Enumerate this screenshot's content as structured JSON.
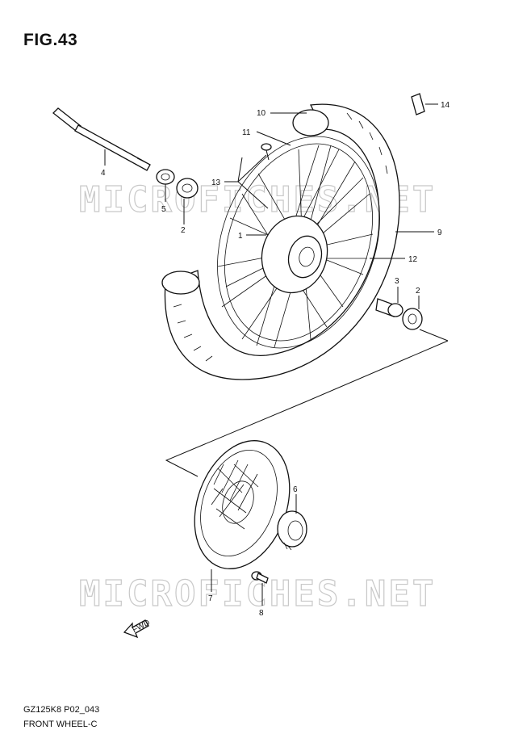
{
  "figure": {
    "title": "FIG.43"
  },
  "footer": {
    "model_code": "GZ125K8 P02_043",
    "section_name": "FRONT WHEEL-C"
  },
  "watermark": {
    "text": "MICROFICHES.NET"
  },
  "direction_arrow": {
    "label": "FWD"
  },
  "callouts": [
    {
      "id": "c1",
      "label": "1"
    },
    {
      "id": "c2a",
      "label": "2"
    },
    {
      "id": "c2b",
      "label": "2"
    },
    {
      "id": "c3",
      "label": "3"
    },
    {
      "id": "c4",
      "label": "4"
    },
    {
      "id": "c5",
      "label": "5"
    },
    {
      "id": "c6",
      "label": "6"
    },
    {
      "id": "c7",
      "label": "7"
    },
    {
      "id": "c8",
      "label": "8"
    },
    {
      "id": "c9",
      "label": "9"
    },
    {
      "id": "c10",
      "label": "10"
    },
    {
      "id": "c11",
      "label": "11"
    },
    {
      "id": "c12",
      "label": "12"
    },
    {
      "id": "c13",
      "label": "13"
    },
    {
      "id": "c14",
      "label": "14"
    }
  ]
}
